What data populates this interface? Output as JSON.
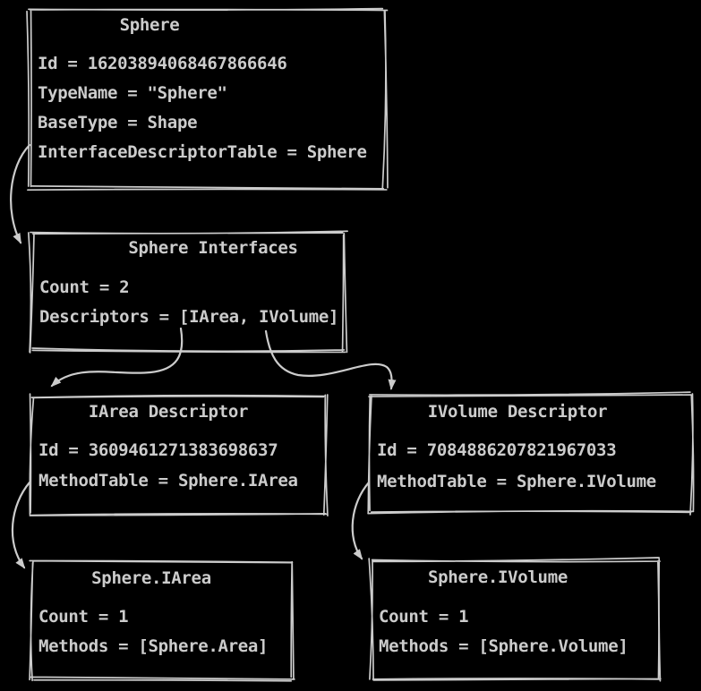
{
  "diagram": {
    "background_color": "#000000",
    "stroke_color": "#cccccc",
    "boxes": [
      {
        "id": "sphere",
        "title": "Sphere",
        "fields": [
          "Id = 16203894068467866646",
          "TypeName = \"Sphere\"",
          "BaseType = Shape",
          "InterfaceDescriptorTable = Sphere"
        ]
      },
      {
        "id": "sphere-interfaces",
        "title": "Sphere Interfaces",
        "fields": [
          "Count = 2",
          "Descriptors = [IArea, IVolume]"
        ]
      },
      {
        "id": "iarea-descriptor",
        "title": "IArea Descriptor",
        "fields": [
          "Id = 3609461271383698637",
          "MethodTable = Sphere.IArea"
        ]
      },
      {
        "id": "ivolume-descriptor",
        "title": "IVolume Descriptor",
        "fields": [
          "Id = 7084886207821967033",
          "MethodTable = Sphere.IVolume"
        ]
      },
      {
        "id": "sphere-iarea",
        "title": "Sphere.IArea",
        "fields": [
          "Count = 1",
          "Methods = [Sphere.Area]"
        ]
      },
      {
        "id": "sphere-ivolume",
        "title": "Sphere.IVolume",
        "fields": [
          "Count = 1",
          "Methods = [Sphere.Volume]"
        ]
      }
    ],
    "edges": [
      {
        "from": "sphere",
        "to": "sphere-interfaces"
      },
      {
        "from": "sphere-interfaces",
        "to": "iarea-descriptor"
      },
      {
        "from": "sphere-interfaces",
        "to": "ivolume-descriptor"
      },
      {
        "from": "iarea-descriptor",
        "to": "sphere-iarea"
      },
      {
        "from": "ivolume-descriptor",
        "to": "sphere-ivolume"
      }
    ]
  }
}
